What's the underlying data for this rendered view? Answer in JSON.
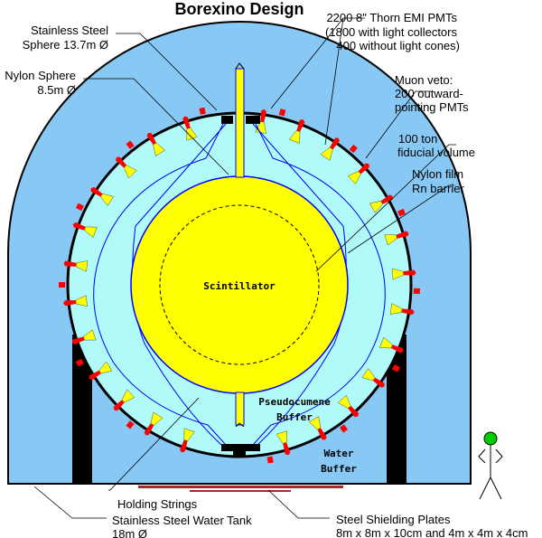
{
  "title": "Borexino Design",
  "labels": {
    "steel_sphere": [
      "Stainless Steel",
      "Sphere 13.7m Ø"
    ],
    "nylon_sphere": [
      "Nylon Sphere",
      "8.5m Ø"
    ],
    "pmts": [
      "2200 8\" Thorn EMI PMTs",
      "(1800 with light collectors",
      "400 without light cones)"
    ],
    "muon_veto": [
      "Muon veto:",
      "200 outward-",
      "pointing PMTs"
    ],
    "fiducial": [
      "100 ton",
      "fiducial volume"
    ],
    "nylon_film": [
      "Nylon film",
      "Rn barrier"
    ],
    "scintillator": "Scintillator",
    "pseudocumene": [
      "Pseudocumene",
      "Buffer"
    ],
    "water": [
      "Water",
      "Buffer"
    ],
    "holding_strings": "Holding Strings",
    "water_tank": [
      "Stainless Steel Water Tank",
      "18m Ø"
    ],
    "shielding": [
      "Steel Shielding Plates",
      "8m x 8m x 10cm and 4m x 4m x 4cm"
    ]
  },
  "colors": {
    "water": "#87c8f5",
    "buffer": "#b0fafa",
    "scintillator": "#ffff00",
    "pmt_red": "#ff0000",
    "pmt_yellow": "#ffff00",
    "nylon": "#0000ff",
    "plates": "#a52a2a",
    "person_head": "#00cc00"
  }
}
